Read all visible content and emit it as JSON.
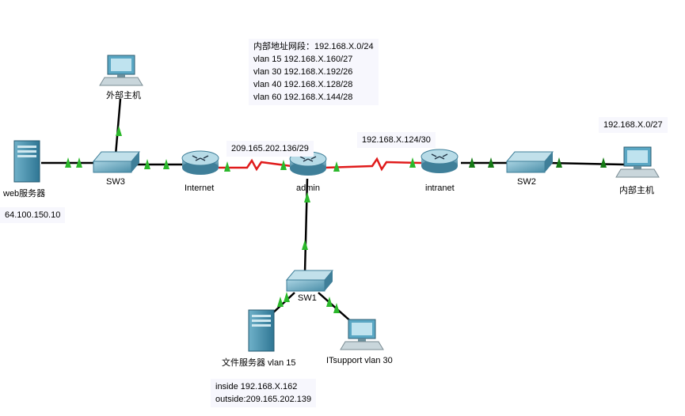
{
  "notes": {
    "internal_network": [
      "内部地址网段：192.168.X.0/24",
      "vlan 15 192.168.X.160/27",
      "vlan 30 192.168.X.192/26",
      "vlan 40 192.168.X.128/28",
      "vlan 60 192.168.X.144/28"
    ],
    "internet_admin_link": "209.165.202.136/29",
    "admin_intranet_link": "192.168.X.124/30",
    "internal_host_net": "192.168.X.0/27",
    "web_server_ip": "64.100.150.10",
    "file_server_ips": [
      "inside 192.168.X.162",
      "outside:209.165.202.139"
    ]
  },
  "devices": {
    "web_server": "web服务器",
    "external_host": "外部主机",
    "sw3": "SW3",
    "internet_router": "Internet",
    "admin_router": "admin",
    "intranet_router": "intranet",
    "sw2": "SW2",
    "internal_host": "内部主机",
    "sw1": "SW1",
    "file_server": "文件服务器  vlan 15",
    "itsupport": "ITsupport  vlan 30"
  },
  "colors": {
    "cable": "#000000",
    "serial_link": "#e01b1b",
    "link_up": "#2bb82b",
    "link_up_dark": "#157a15",
    "device_blue": "#4a9ab5"
  }
}
